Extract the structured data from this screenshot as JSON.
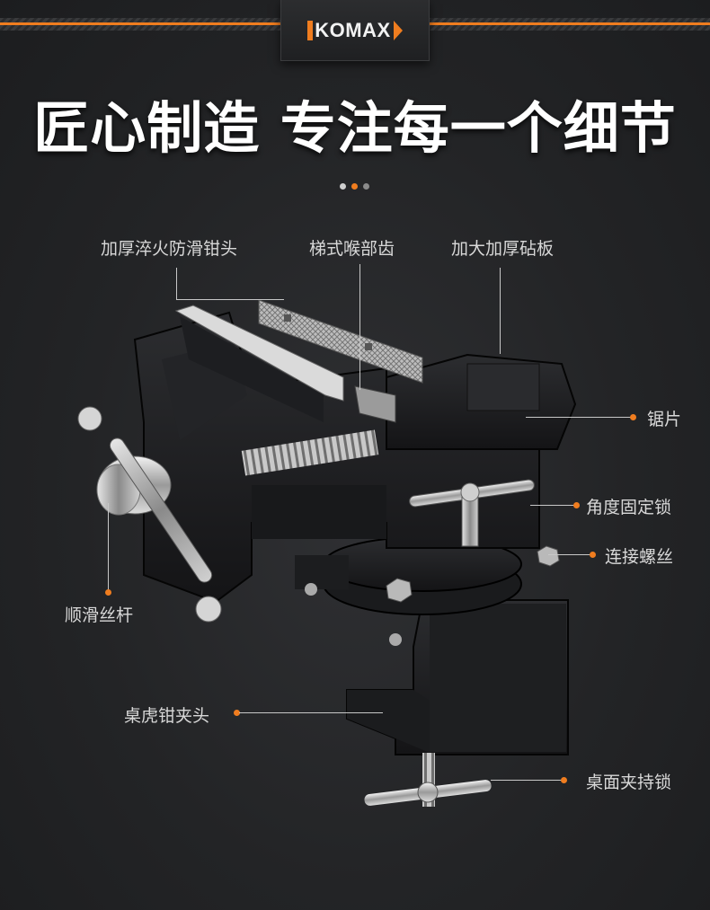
{
  "brand": {
    "logo_text": "KOMAX",
    "accent_color": "#f07d1f"
  },
  "headline": "匠心制造 专注每一个细节",
  "pagination": {
    "total": 3,
    "active_index": 2
  },
  "callouts": {
    "thick_jaw": "加厚淬火防滑钳头",
    "trapezoid_teeth": "梯式喉部齿",
    "anvil": "加大加厚砧板",
    "saw_blade": "锯片",
    "angle_lock": "角度固定锁",
    "connect_screw": "连接螺丝",
    "smooth_screw_rod": "顺滑丝杆",
    "table_clamp_head": "桌虎钳夹头",
    "table_clamp_lock": "桌面夹持锁"
  }
}
